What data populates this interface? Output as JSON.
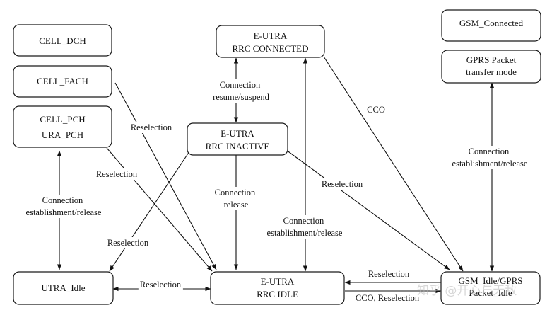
{
  "nodes": {
    "cell_dch": {
      "lines": [
        "CELL_DCH"
      ]
    },
    "cell_fach": {
      "lines": [
        "CELL_FACH"
      ]
    },
    "cell_pch": {
      "lines": [
        "CELL_PCH",
        "URA_PCH"
      ]
    },
    "utra_idle": {
      "lines": [
        "UTRA_Idle"
      ]
    },
    "eutra_connected": {
      "lines": [
        "E-UTRA",
        "RRC  CONNECTED"
      ]
    },
    "eutra_inactive": {
      "lines": [
        "E-UTRA",
        "RRC  INACTIVE"
      ]
    },
    "eutra_idle": {
      "lines": [
        "E-UTRA",
        "RRC  IDLE"
      ]
    },
    "gsm_connected": {
      "lines": [
        "GSM_Connected"
      ]
    },
    "gprs_packet": {
      "lines": [
        "GPRS Packet",
        "transfer mode"
      ]
    },
    "gsm_idle": {
      "lines": [
        "GSM_Idle/GPRS",
        "Packet_Idle"
      ]
    }
  },
  "edge_labels": {
    "fach_reselection": [
      "Reselection"
    ],
    "pch_reselection": [
      "Reselection"
    ],
    "pch_conn": [
      "Connection",
      "establishment/release"
    ],
    "resume_suspend": [
      "Connection",
      "resume/suspend"
    ],
    "inactive_release": [
      "Connection",
      "release"
    ],
    "inactive_to_utra": [
      "Reselection"
    ],
    "utra_eutra_idle": [
      "Reselection"
    ],
    "eutra_conn_estab": [
      "Connection",
      "establishment/release"
    ],
    "cco": [
      "CCO"
    ],
    "inactive_to_gsm": [
      "Reselection"
    ],
    "gprs_conn": [
      "Connection",
      "establishment/release"
    ],
    "gsm_to_eutra": [
      "Reselection"
    ],
    "eutra_to_gsm": [
      "CCO, Reselection"
    ]
  },
  "watermark": "知乎 @开心与无敌"
}
